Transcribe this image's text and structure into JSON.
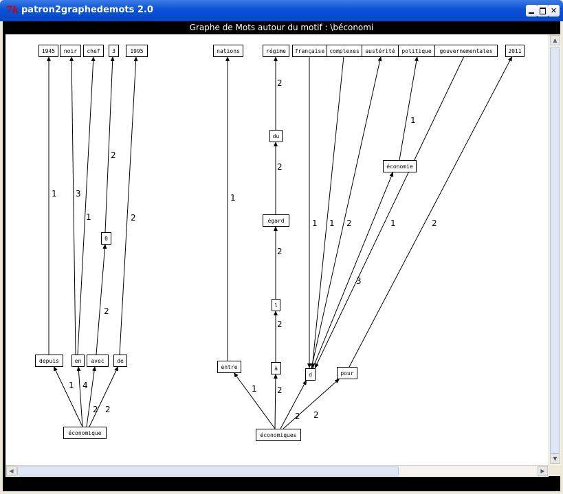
{
  "window": {
    "title": "patron2graphedemots 2.0",
    "icon_label": "7k"
  },
  "header": {
    "label": "Graphe de Mots autour du motif : \\béconomi"
  },
  "graph": {
    "nodes": [
      {
        "id": "n1945",
        "label": "1945"
      },
      {
        "id": "nnoir",
        "label": "noir"
      },
      {
        "id": "nchef",
        "label": "chef"
      },
      {
        "id": "n3",
        "label": "3"
      },
      {
        "id": "n1995",
        "label": "1995"
      },
      {
        "id": "n0",
        "label": "0"
      },
      {
        "id": "ndepuis",
        "label": "depuis"
      },
      {
        "id": "nen",
        "label": "en"
      },
      {
        "id": "navec",
        "label": "avec"
      },
      {
        "id": "nde",
        "label": "de"
      },
      {
        "id": "neconomique",
        "label": "économique"
      },
      {
        "id": "nnations",
        "label": "nations"
      },
      {
        "id": "nentre",
        "label": "entre"
      },
      {
        "id": "nregime",
        "label": "régime"
      },
      {
        "id": "ndu",
        "label": "du"
      },
      {
        "id": "negard",
        "label": "égard"
      },
      {
        "id": "nl",
        "label": "l"
      },
      {
        "id": "na",
        "label": "à"
      },
      {
        "id": "nd",
        "label": "d"
      },
      {
        "id": "npour",
        "label": "pour"
      },
      {
        "id": "neconomiques",
        "label": "économiques"
      },
      {
        "id": "nfrancaise",
        "label": "française"
      },
      {
        "id": "ncomplexes",
        "label": "complexes"
      },
      {
        "id": "nausterite",
        "label": "austérité"
      },
      {
        "id": "npolitique",
        "label": "politique"
      },
      {
        "id": "ngouv",
        "label": "gouvernementales"
      },
      {
        "id": "n2011",
        "label": "2011"
      },
      {
        "id": "neconomie",
        "label": "économie"
      }
    ],
    "edges": [
      {
        "from": "ndepuis",
        "to": "n1945",
        "weight": "1"
      },
      {
        "from": "nen",
        "to": "nnoir",
        "weight": "3"
      },
      {
        "from": "nen",
        "to": "nchef",
        "weight": "1"
      },
      {
        "from": "navec",
        "to": "n0",
        "weight": "2"
      },
      {
        "from": "n0",
        "to": "n3",
        "weight": "2"
      },
      {
        "from": "nde",
        "to": "n1995",
        "weight": "2"
      },
      {
        "from": "neconomique",
        "to": "ndepuis",
        "weight": "1"
      },
      {
        "from": "neconomique",
        "to": "nen",
        "weight": "4"
      },
      {
        "from": "neconomique",
        "to": "navec",
        "weight": "2"
      },
      {
        "from": "neconomique",
        "to": "nde",
        "weight": "2"
      },
      {
        "from": "nentre",
        "to": "nnations",
        "weight": "1"
      },
      {
        "from": "neconomiques",
        "to": "nentre",
        "weight": "1"
      },
      {
        "from": "neconomiques",
        "to": "na",
        "weight": "2"
      },
      {
        "from": "na",
        "to": "nl",
        "weight": "2"
      },
      {
        "from": "nl",
        "to": "negard",
        "weight": "2"
      },
      {
        "from": "negard",
        "to": "ndu",
        "weight": "2"
      },
      {
        "from": "ndu",
        "to": "nregime",
        "weight": "2"
      },
      {
        "from": "neconomiques",
        "to": "nd",
        "weight": "2"
      },
      {
        "from": "neconomiques",
        "to": "npour",
        "weight": "2"
      },
      {
        "from": "nfrancaise",
        "to": "nd",
        "weight": "1"
      },
      {
        "from": "ncomplexes",
        "to": "nd",
        "weight": "1"
      },
      {
        "from": "nd",
        "to": "nausterite",
        "weight": "2"
      },
      {
        "from": "nd",
        "to": "neconomie",
        "weight": "3"
      },
      {
        "from": "neconomie",
        "to": "npolitique",
        "weight": "1"
      },
      {
        "from": "ngouv",
        "to": "nd",
        "weight": "1"
      },
      {
        "from": "npour",
        "to": "n2011",
        "weight": "2"
      }
    ]
  },
  "scrollbars": {
    "up_arrow": "▲",
    "down_arrow": "▼",
    "left_arrow": "◀",
    "right_arrow": "▶"
  }
}
